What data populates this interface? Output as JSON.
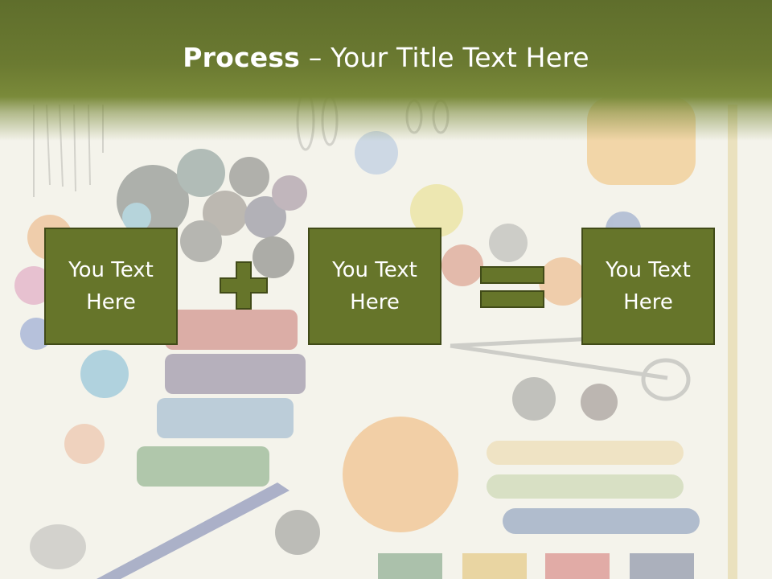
{
  "slide": {
    "title_bold": "Process",
    "title_rest": " – Your Title Text Here"
  },
  "boxes": [
    {
      "label": "You Text Here"
    },
    {
      "label": "You Text Here"
    },
    {
      "label": "You Text Here"
    }
  ],
  "operators": [
    "plus-icon",
    "equals-icon"
  ],
  "colors": {
    "header": "#66752a",
    "box_fill": "#66752a",
    "box_border": "#414b18",
    "text": "#ffffff",
    "background": "#f4f3ec"
  }
}
